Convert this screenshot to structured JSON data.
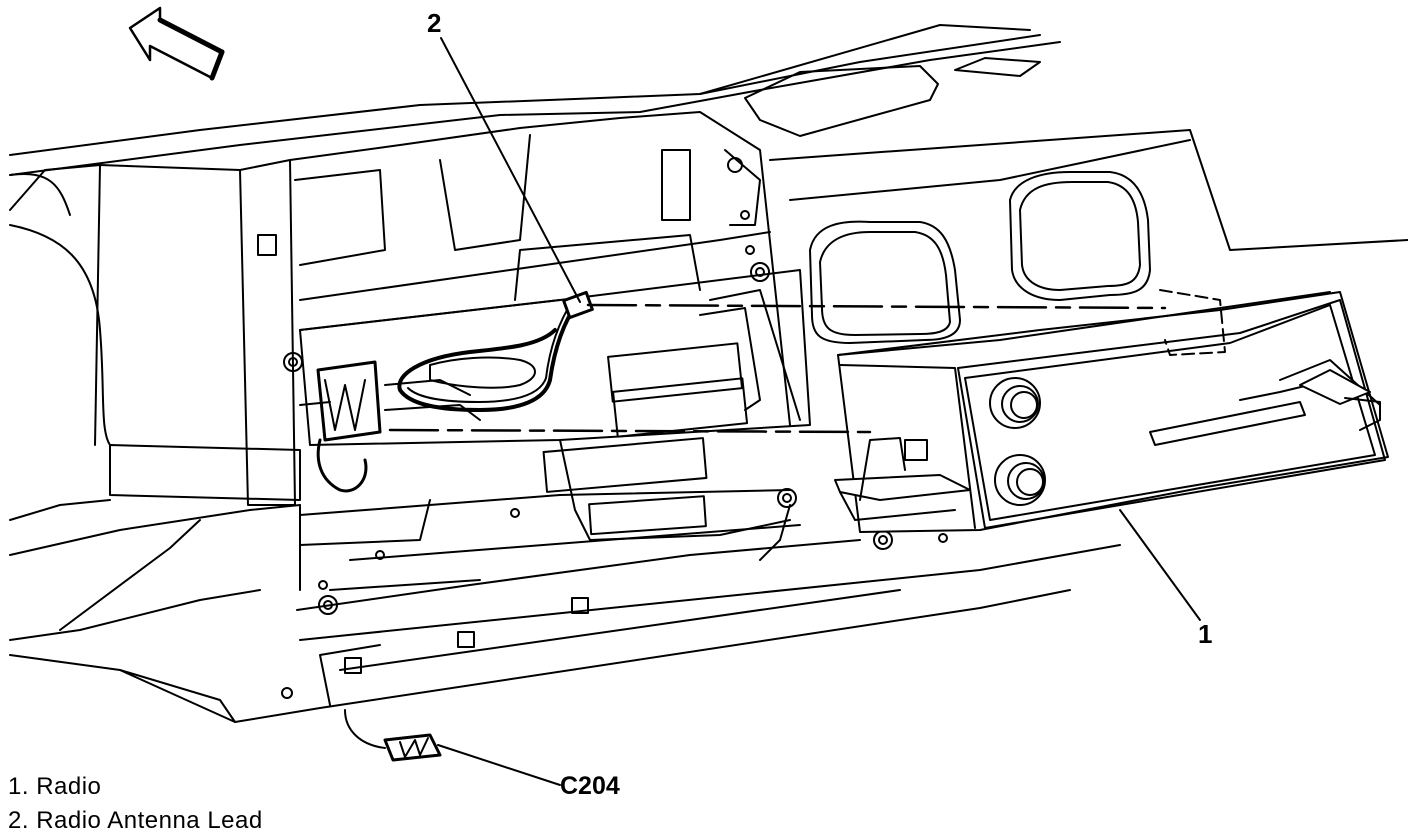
{
  "callouts": {
    "radio_number": "2",
    "lead_number": "1",
    "connector": "C204"
  },
  "legend": [
    {
      "number": "1.",
      "label": "Radio"
    },
    {
      "number": "2.",
      "label": "Radio Antenna Lead"
    }
  ],
  "colors": {
    "ink": "#000000",
    "paper": "#ffffff"
  }
}
